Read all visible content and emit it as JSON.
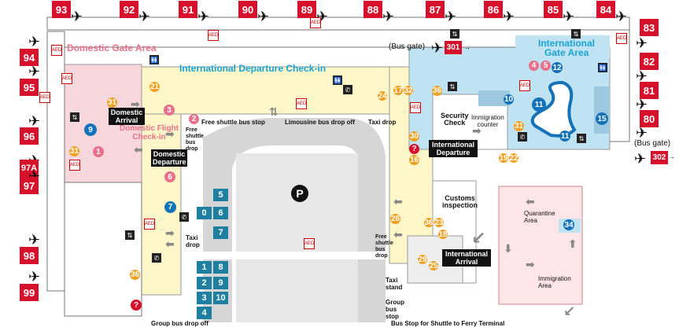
{
  "title": "",
  "gates_top": [
    "93",
    "92",
    "91",
    "90",
    "89",
    "88",
    "87",
    "86",
    "85",
    "84"
  ],
  "gates_right": [
    "83",
    "82",
    "81",
    "80"
  ],
  "gates_left": [
    "94",
    "95",
    "96",
    "97A",
    "97",
    "98",
    "99"
  ],
  "bus_gates": [
    "301",
    "302"
  ],
  "labels": {
    "domestic_gate_area": "Domestic Gate Area",
    "international_departure_checkin": "International Departure Check-in",
    "international_gate_area_1": "International",
    "international_gate_area_2": "Gate Area",
    "bus_gate_top": "(Bus gate)",
    "bus_gate_right": "(Bus gate)",
    "domestic_arrival_1": "Domestic",
    "domestic_arrival_2": "Arrival",
    "domestic_flight_checkin_1": "Domestic Flight",
    "domestic_flight_checkin_2": "Check-in",
    "domestic_departure_1": "Domestic",
    "domestic_departure_2": "Departure",
    "free_shuttle_bus_stop": "Free shuttle bus stop",
    "free_shuttle_bus_drop_1": "Free",
    "free_shuttle_bus_drop_2": "shuttle",
    "free_shuttle_bus_drop_3": "bus",
    "free_shuttle_bus_drop_4": "drop",
    "limousine_bus_drop_off": "Limousine bus drop off",
    "taxi_drop_top": "Taxi drop",
    "security_check_1": "Security",
    "security_check_2": "Check",
    "immigration_counter_1": "Immigration",
    "immigration_counter_2": "counter",
    "international_departure_1": "International",
    "international_departure_2": "Departure",
    "customs_inspection_1": "Customs",
    "customs_inspection_2": "inspection",
    "international_arrival_1": "International",
    "international_arrival_2": "Arrival",
    "free_shuttle_bus_drop_b_1": "Free",
    "free_shuttle_bus_drop_b_2": "shuttle",
    "free_shuttle_bus_drop_b_3": "bus",
    "free_shuttle_bus_drop_b_4": "drop",
    "taxi_stand_1": "Taxi",
    "taxi_stand_2": "stand",
    "group_bus_stop_1": "Group",
    "group_bus_stop_2": "bus",
    "group_bus_stop_3": "stop",
    "taxi_drop_left_1": "Taxi",
    "taxi_drop_left_2": "drop",
    "group_bus_drop_off": "Group bus drop off",
    "bus_stop_ferry": "Bus Stop for Shuttle to Ferry Terminal",
    "quarantine_area_1": "Quarantine",
    "quarantine_area_2": "Area",
    "immigration_area_1": "Immigration",
    "immigration_area_2": "Area",
    "parking": "P"
  },
  "parking_spots": [
    "5",
    "0",
    "6",
    "7",
    "1",
    "8",
    "2",
    "9",
    "3",
    "10",
    "4"
  ],
  "colors": {
    "gate_red": "#d7102b",
    "domestic_pink": "#f7d6dc",
    "intl_blue": "#bfe3f2",
    "checkin_yellow": "#fdf6c8",
    "road_gray": "#d0d0d0"
  }
}
